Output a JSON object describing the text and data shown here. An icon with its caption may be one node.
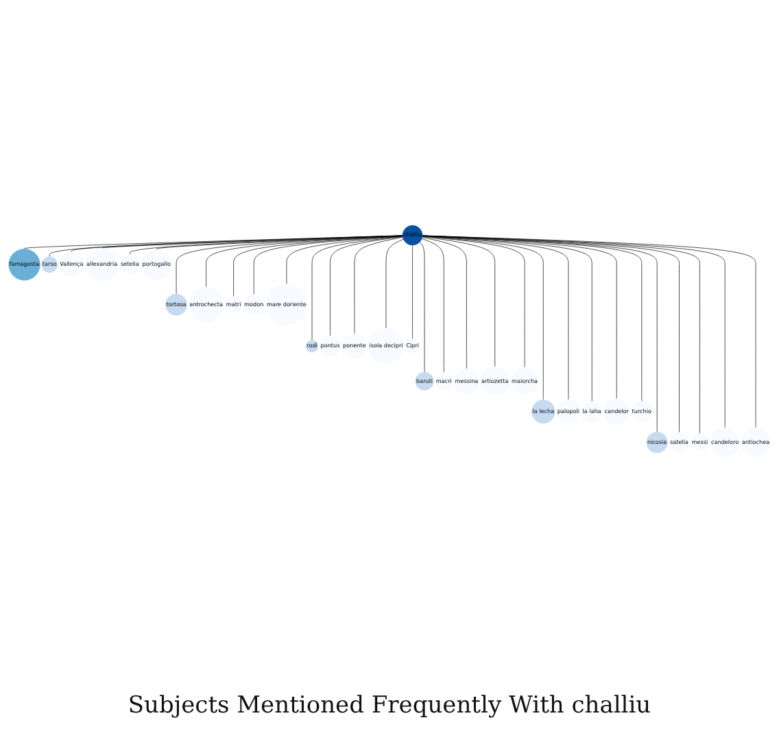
{
  "diagram": {
    "title": "Subjects Mentioned Frequently With challiu",
    "nodes": [
      {
        "text": [
          "challiu"
        ]
      },
      {
        "text": [
          "famagosta"
        ]
      },
      {
        "text": [
          "tortosa"
        ]
      },
      {
        "text": [
          "rodi"
        ]
      },
      {
        "text": [
          "baruti"
        ]
      },
      {
        "text": [
          "la lecha"
        ]
      },
      {
        "text": [
          "nicosia"
        ]
      },
      {
        "text": [
          "tarso"
        ]
      },
      {
        "text": [
          "antrochecta"
        ]
      },
      {
        "text": [
          "pontus"
        ]
      },
      {
        "text": [
          "macri"
        ]
      },
      {
        "text": [
          "palopoli"
        ]
      },
      {
        "text": [
          "satelia"
        ]
      },
      {
        "text": [
          "Vallença"
        ]
      },
      {
        "text": [
          "matri"
        ]
      },
      {
        "text": [
          "ponente"
        ]
      },
      {
        "text": [
          "messina"
        ]
      },
      {
        "text": [
          "la laha"
        ]
      },
      {
        "text": [
          "messi"
        ]
      },
      {
        "text": [
          "allexandria"
        ]
      },
      {
        "text": [
          "modon"
        ]
      },
      {
        "text": [
          "isola decipri"
        ]
      },
      {
        "text": [
          "artiozetta"
        ]
      },
      {
        "text": [
          "candelor"
        ]
      },
      {
        "text": [
          "candeloro"
        ]
      },
      {
        "text": [
          "setelia"
        ]
      },
      {
        "text": [
          "mare doriente"
        ]
      },
      {
        "text": [
          "Cipri"
        ]
      },
      {
        "text": [
          "maiorcha"
        ]
      },
      {
        "text": [
          "turchio"
        ]
      },
      {
        "text": [
          "antiochea"
        ]
      },
      {
        "text": [
          "portogallo"
        ]
      }
    ],
    "edges": [
      {
        "from": 0,
        "to": 1,
        "arrow": "none"
      },
      {
        "from": 0,
        "to": 2,
        "arrow": "none"
      },
      {
        "from": 0,
        "to": 3,
        "arrow": "none"
      },
      {
        "from": 0,
        "to": 4,
        "arrow": "none"
      },
      {
        "from": 0,
        "to": 5,
        "arrow": "none"
      },
      {
        "from": 0,
        "to": 6,
        "arrow": "none"
      },
      {
        "from": 0,
        "to": 7,
        "arrow": "none"
      },
      {
        "from": 0,
        "to": 8,
        "arrow": "none"
      },
      {
        "from": 0,
        "to": 9,
        "arrow": "none"
      },
      {
        "from": 0,
        "to": 10,
        "arrow": "none"
      },
      {
        "from": 0,
        "to": 11,
        "arrow": "none"
      },
      {
        "from": 0,
        "to": 12,
        "arrow": "none"
      },
      {
        "from": 0,
        "to": 13,
        "arrow": "none"
      },
      {
        "from": 0,
        "to": 14,
        "arrow": "none"
      },
      {
        "from": 0,
        "to": 15,
        "arrow": "none"
      },
      {
        "from": 0,
        "to": 16,
        "arrow": "none"
      },
      {
        "from": 0,
        "to": 17,
        "arrow": "none"
      },
      {
        "from": 0,
        "to": 18,
        "arrow": "none"
      },
      {
        "from": 0,
        "to": 19,
        "arrow": "none"
      },
      {
        "from": 0,
        "to": 20,
        "arrow": "none"
      },
      {
        "from": 0,
        "to": 21,
        "arrow": "none"
      },
      {
        "from": 0,
        "to": 22,
        "arrow": "none"
      },
      {
        "from": 0,
        "to": 23,
        "arrow": "none"
      },
      {
        "from": 0,
        "to": 24,
        "arrow": "none"
      },
      {
        "from": 0,
        "to": 25,
        "arrow": "none"
      },
      {
        "from": 0,
        "to": 26,
        "arrow": "none"
      },
      {
        "from": 0,
        "to": 27,
        "arrow": "none"
      },
      {
        "from": 0,
        "to": 28,
        "arrow": "none"
      },
      {
        "from": 0,
        "to": 29,
        "arrow": "none"
      },
      {
        "from": 0,
        "to": 30,
        "arrow": "none"
      },
      {
        "from": 0,
        "to": 31,
        "arrow": "none"
      }
    ]
  }
}
